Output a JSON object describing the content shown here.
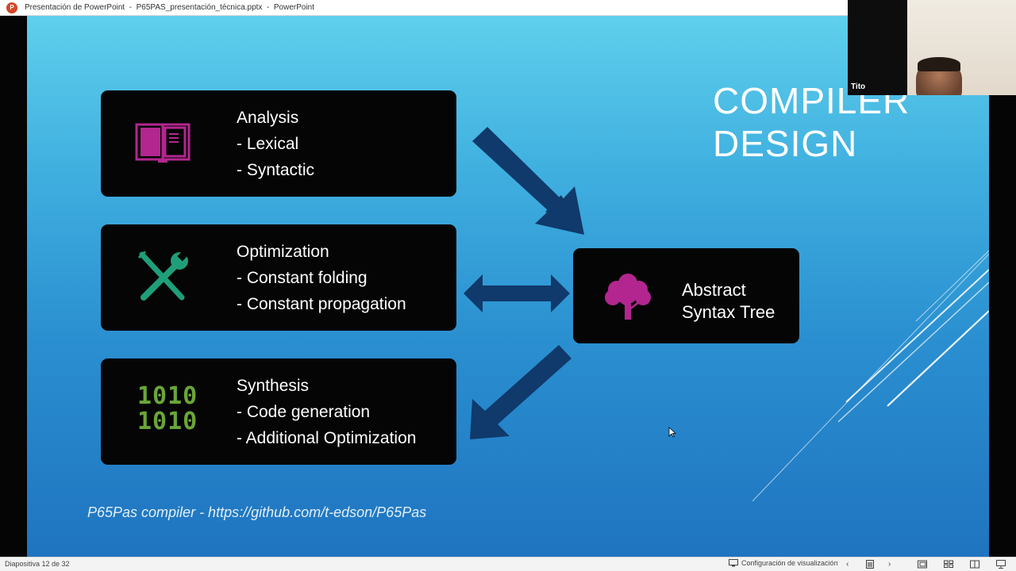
{
  "window": {
    "app_icon": "powerpoint-icon",
    "title": "Presentación de PowerPoint  -  P65PAS_presentación_técnica.pptx  -  PowerPoint"
  },
  "slide": {
    "title_line1": "COMPILER",
    "title_line2": "DESIGN",
    "boxes": [
      {
        "icon": "book-icon",
        "heading": "Analysis",
        "items": [
          "- Lexical",
          "- Syntactic"
        ]
      },
      {
        "icon": "tools-icon",
        "heading": "Optimization",
        "items": [
          "- Constant folding",
          "- Constant propagation"
        ]
      },
      {
        "icon": "binary-icon",
        "heading": "Synthesis",
        "items": [
          "- Code generation",
          "- Additional Optimization"
        ]
      }
    ],
    "binary_line1": "1010",
    "binary_line2": "1010",
    "ast": {
      "icon": "tree-icon",
      "line1": "Abstract",
      "line2": "Syntax Tree"
    },
    "footer": "P65Pas compiler - https://github.com/t-edson/P65Pas",
    "colors": {
      "book": "#b3268f",
      "tools": "#1f9e7a",
      "binary": "#6aa539",
      "tree": "#b3268f",
      "arrow": "#0f3a6b"
    }
  },
  "webcam": {
    "name": "Tito"
  },
  "statusbar": {
    "slide_counter": "Diapositiva 12 de 32",
    "view_settings": "Configuración de visualización"
  }
}
